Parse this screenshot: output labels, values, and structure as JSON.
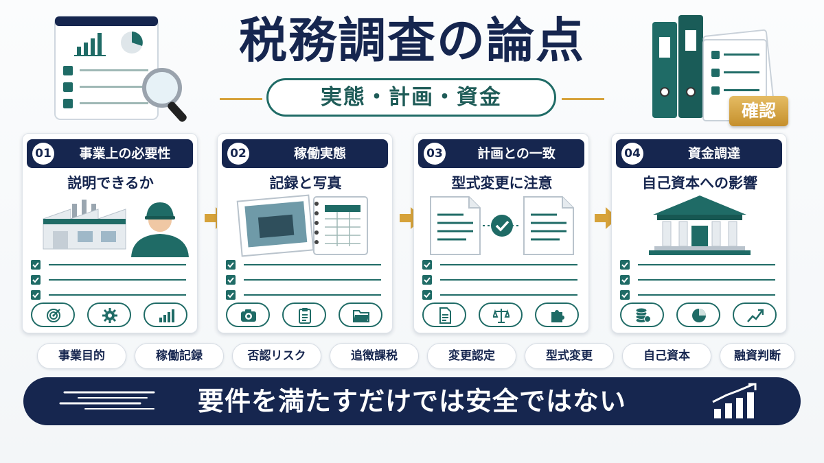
{
  "header": {
    "title": "税務調査の論点",
    "subtitle": "実態・計画・資金",
    "badge": "確認"
  },
  "cards": [
    {
      "num": "01",
      "title": "事業上の必要性",
      "subtitle": "説明できるか",
      "icons": [
        "target-icon",
        "gear-icon",
        "bar-chart-icon"
      ]
    },
    {
      "num": "02",
      "title": "稼働実態",
      "subtitle": "記録と写真",
      "icons": [
        "camera-icon",
        "clipboard-icon",
        "folder-icon"
      ]
    },
    {
      "num": "03",
      "title": "計画との一致",
      "subtitle": "型式変更に注意",
      "icons": [
        "document-icon",
        "scales-icon",
        "puzzle-icon"
      ]
    },
    {
      "num": "04",
      "title": "資金調達",
      "subtitle": "自己資本への影響",
      "icons": [
        "coins-icon",
        "pie-chart-icon",
        "trend-up-icon"
      ]
    }
  ],
  "tags": [
    "事業目的",
    "稼働記録",
    "否認リスク",
    "追徴課税",
    "変更認定",
    "型式変更",
    "自己資本",
    "融資判断"
  ],
  "banner": {
    "text": "要件を満たすだけでは安全ではない"
  },
  "colors": {
    "navy": "#16264f",
    "teal": "#1f6b66",
    "gold": "#d6a23a"
  }
}
